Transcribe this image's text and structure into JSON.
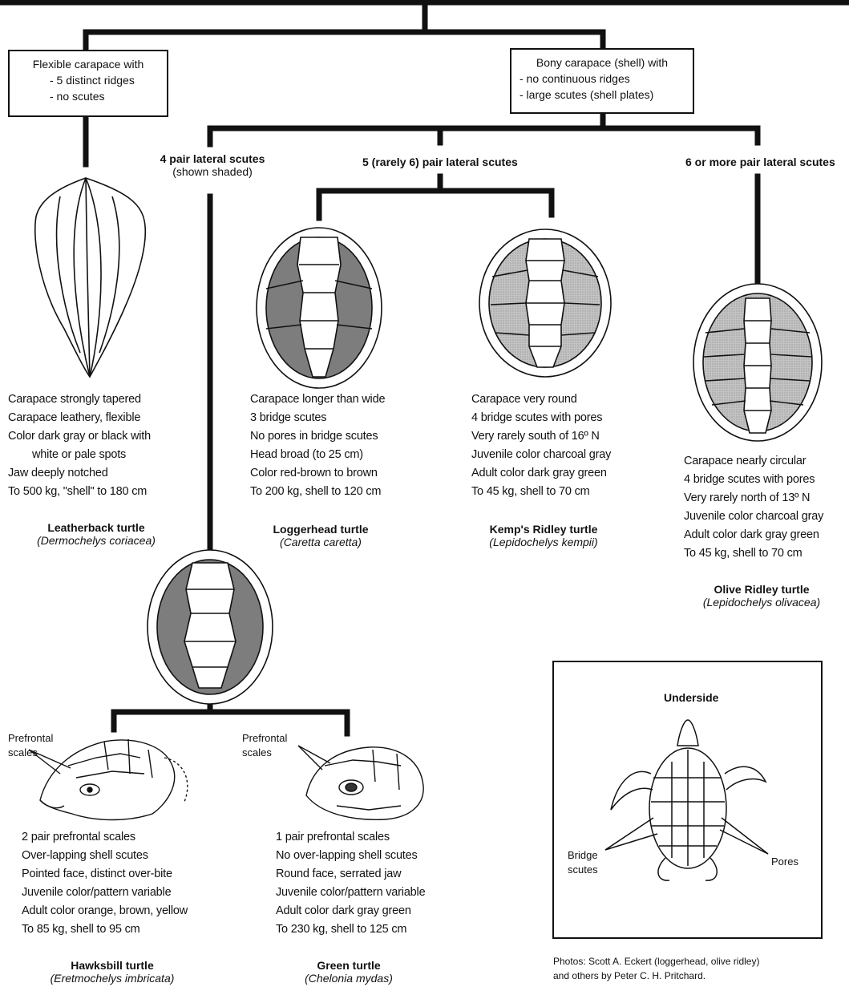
{
  "boxes": {
    "flexible": [
      "Flexible carapace with",
      "- 5 distinct ridges",
      "- no scutes"
    ],
    "bony": [
      "Bony carapace (shell) with",
      "- no continuous ridges",
      "- large scutes (shell plates)"
    ]
  },
  "branches": {
    "four_pair": "4 pair lateral scutes",
    "four_pair_note": "(shown shaded)",
    "five_pair": "5 (rarely 6) pair lateral scutes",
    "six_pair": "6 or more pair lateral scutes"
  },
  "species": {
    "leatherback": {
      "traits": [
        "Carapace strongly tapered",
        "Carapace leathery, flexible",
        "Color dark gray or black with",
        "white or pale spots",
        "Jaw deeply notched",
        "To 500  kg, \"shell\" to 180 cm"
      ],
      "name": "Leatherback turtle",
      "latin": "(Dermochelys coriacea)"
    },
    "loggerhead": {
      "traits": [
        "Carapace longer than wide",
        "3 bridge scutes",
        "No pores in bridge scutes",
        "Head broad (to 25 cm)",
        "Color red-brown to brown",
        "To 200 kg, shell to 120 cm"
      ],
      "name": "Loggerhead turtle",
      "latin": "(Caretta caretta)"
    },
    "kemps": {
      "traits": [
        "Carapace very round",
        "4 bridge scutes with pores",
        "Very rarely south of 16º N",
        "Juvenile color charcoal gray",
        "Adult color dark gray green",
        "To 45 kg, shell to 70 cm"
      ],
      "name": "Kemp's Ridley turtle",
      "latin": "(Lepidochelys kempii)"
    },
    "olive": {
      "traits": [
        "Carapace nearly circular",
        "4 bridge scutes with pores",
        "Very rarely north of 13º N",
        "Juvenile color charcoal gray",
        "Adult color dark gray green",
        "To 45 kg, shell to 70 cm"
      ],
      "name": "Olive Ridley turtle",
      "latin": "(Lepidochelys olivacea)"
    },
    "hawksbill": {
      "traits": [
        "2 pair prefrontal scales",
        "Over-lapping shell scutes",
        "Pointed face, distinct over-bite",
        "Juvenile color/pattern variable",
        "Adult color orange, brown, yellow",
        "To 85 kg, shell to 95 cm"
      ],
      "name": "Hawksbill turtle",
      "latin": "(Eretmochelys imbricata)"
    },
    "green": {
      "traits": [
        "1 pair prefrontal scales",
        "No over-lapping shell scutes",
        "Round face, serrated jaw",
        "Juvenile color/pattern variable",
        "Adult color dark gray green",
        "To 230 kg, shell to 125 cm"
      ],
      "name": "Green turtle",
      "latin": "(Chelonia mydas)"
    }
  },
  "prefrontal": {
    "hawksbill": [
      "Prefrontal",
      "scales"
    ],
    "green": [
      "Prefrontal",
      "scales"
    ]
  },
  "underside": {
    "title": "Underside",
    "bridge": [
      "Bridge",
      "scutes"
    ],
    "pores": "Pores"
  },
  "credits": [
    "Photos: Scott A. Eckert (loggerhead, olive ridley)",
    "and others by Peter C. H. Pritchard."
  ],
  "colors": {
    "line": "#111111",
    "shade_dark": "#8a8a8a",
    "shade_light": "#b9b9b9"
  }
}
